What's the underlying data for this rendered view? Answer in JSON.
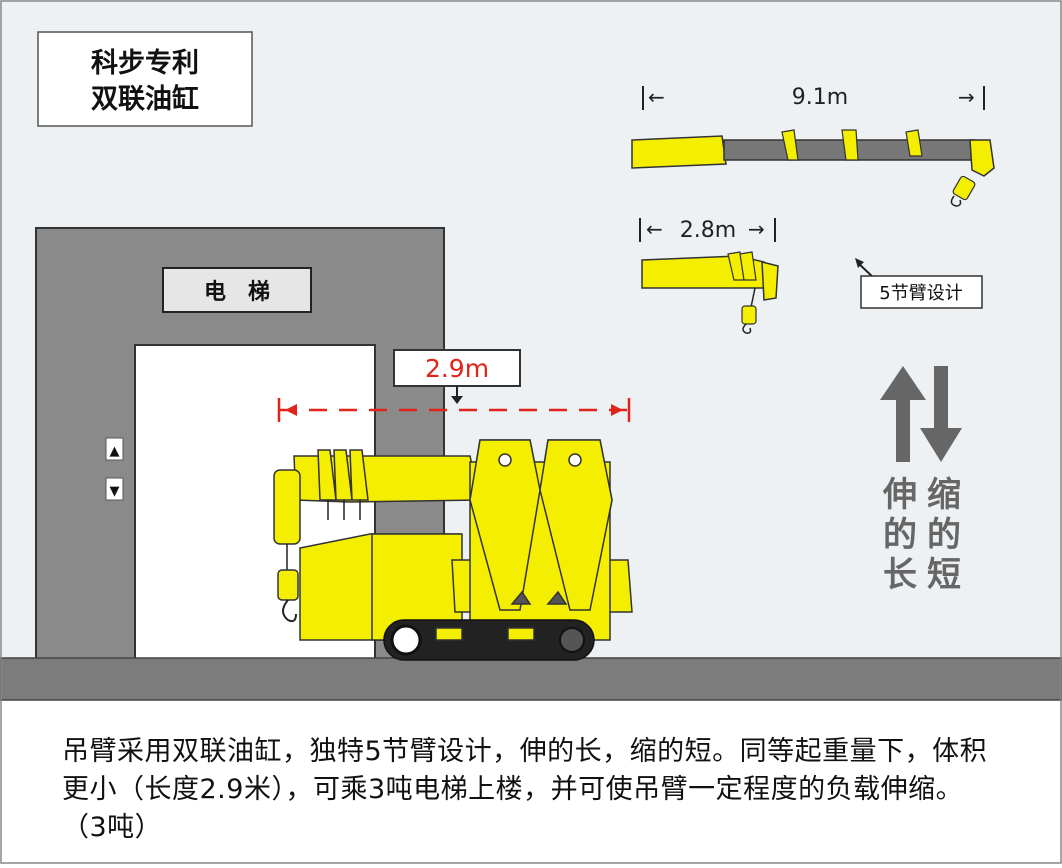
{
  "title": {
    "line1": "科步专利",
    "line2": "双联油缸"
  },
  "elevator": {
    "label": "电　梯",
    "up_button": "▲",
    "down_button": "▼"
  },
  "width_label": "2.9m",
  "boom_extended": {
    "length": "9.1m",
    "arrow_left": "|←",
    "arrow_right": "→|"
  },
  "boom_retracted": {
    "length": "2.8m",
    "arrow_left": "|←",
    "arrow_right": "→|"
  },
  "callout": "5节臂设计",
  "side_text": {
    "col1": [
      "伸",
      "的",
      "长"
    ],
    "col2": [
      "缩",
      "的",
      "短"
    ]
  },
  "caption": {
    "line1": "吊臂采用双联油缸，独特5节臂设计，伸的长，缩的短。同等起重量下，体积",
    "line2": "更小（长度2.9米），可乘3吨电梯上楼，并可使吊臂一定程度的负载伸缩。",
    "line3": "（3吨）"
  },
  "colors": {
    "yellow": "#f4ee00",
    "gray_bg": "#edf1f3",
    "wall": "#8a8a8a",
    "ground": "#7c7c7c",
    "red": "#e2231a",
    "arrow": "#666666"
  }
}
